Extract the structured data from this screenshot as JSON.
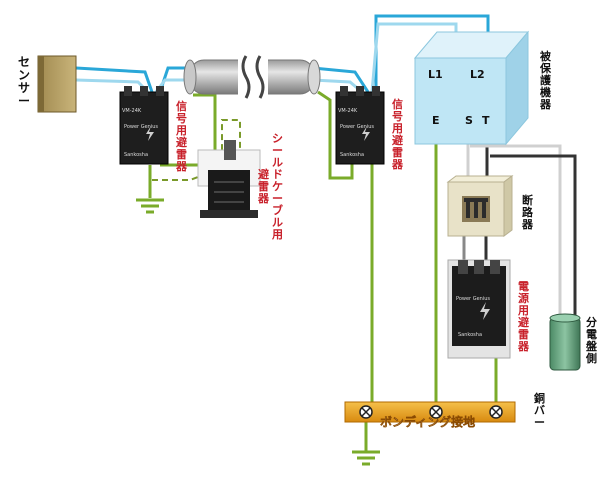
{
  "labels": {
    "sensor": [
      "セ",
      "ン",
      "サ",
      "ー"
    ],
    "signal_arrester_left": [
      "信",
      "号",
      "用",
      "避",
      "雷",
      "器"
    ],
    "signal_arrester_right": [
      "信",
      "号",
      "用",
      "避",
      "雷",
      "器"
    ],
    "shield_arrester": [
      "シ",
      "ー",
      "ル",
      "ド",
      "ケ",
      "ー",
      "ブ",
      "ル",
      "用"
    ],
    "shield_arrester_2": [
      "避",
      "雷",
      "器"
    ],
    "protected_equipment": [
      "被",
      "保",
      "護",
      "機",
      "器"
    ],
    "breaker": [
      "断",
      "路",
      "器"
    ],
    "power_arrester": [
      "電",
      "源",
      "用",
      "避",
      "雷",
      "器"
    ],
    "distribution_panel": [
      "分",
      "電",
      "盤",
      "側"
    ],
    "copper_bar": [
      "銅",
      "バ",
      "ー"
    ],
    "bonding_ground": "ボンディング接地",
    "terminal_l1": "L1",
    "terminal_l2": "L2",
    "terminal_e": "E",
    "terminal_s": "S",
    "terminal_t": "T"
  },
  "device_text": {
    "model": "VM-24K",
    "brand": "Power Genius",
    "maker": "Sankosha"
  },
  "colors": {
    "signal_line": "#2aa7d8",
    "signal_line_light": "#9ed8ee",
    "ground_line": "#7aab2a",
    "ground_dash": "#7a9a2a",
    "label_red": "#c8202a",
    "box_blue": "#bfe6f5",
    "copper_bar": "#e8a020",
    "breaker_box": "#e8e2c8"
  }
}
